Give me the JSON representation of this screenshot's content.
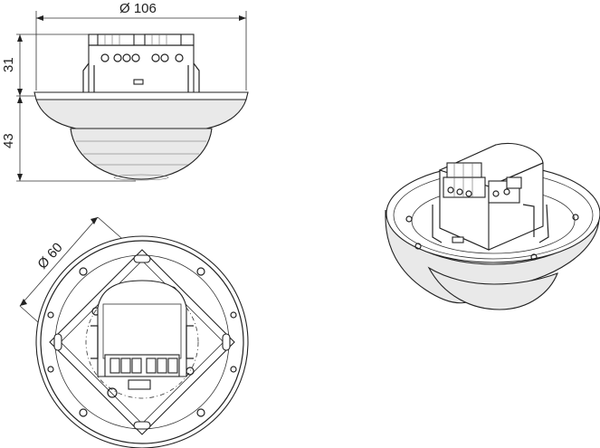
{
  "dimensions": {
    "diameter_outer": "Ø 106",
    "height_top": "31",
    "height_bottom": "43",
    "diameter_mount": "Ø 60"
  }
}
